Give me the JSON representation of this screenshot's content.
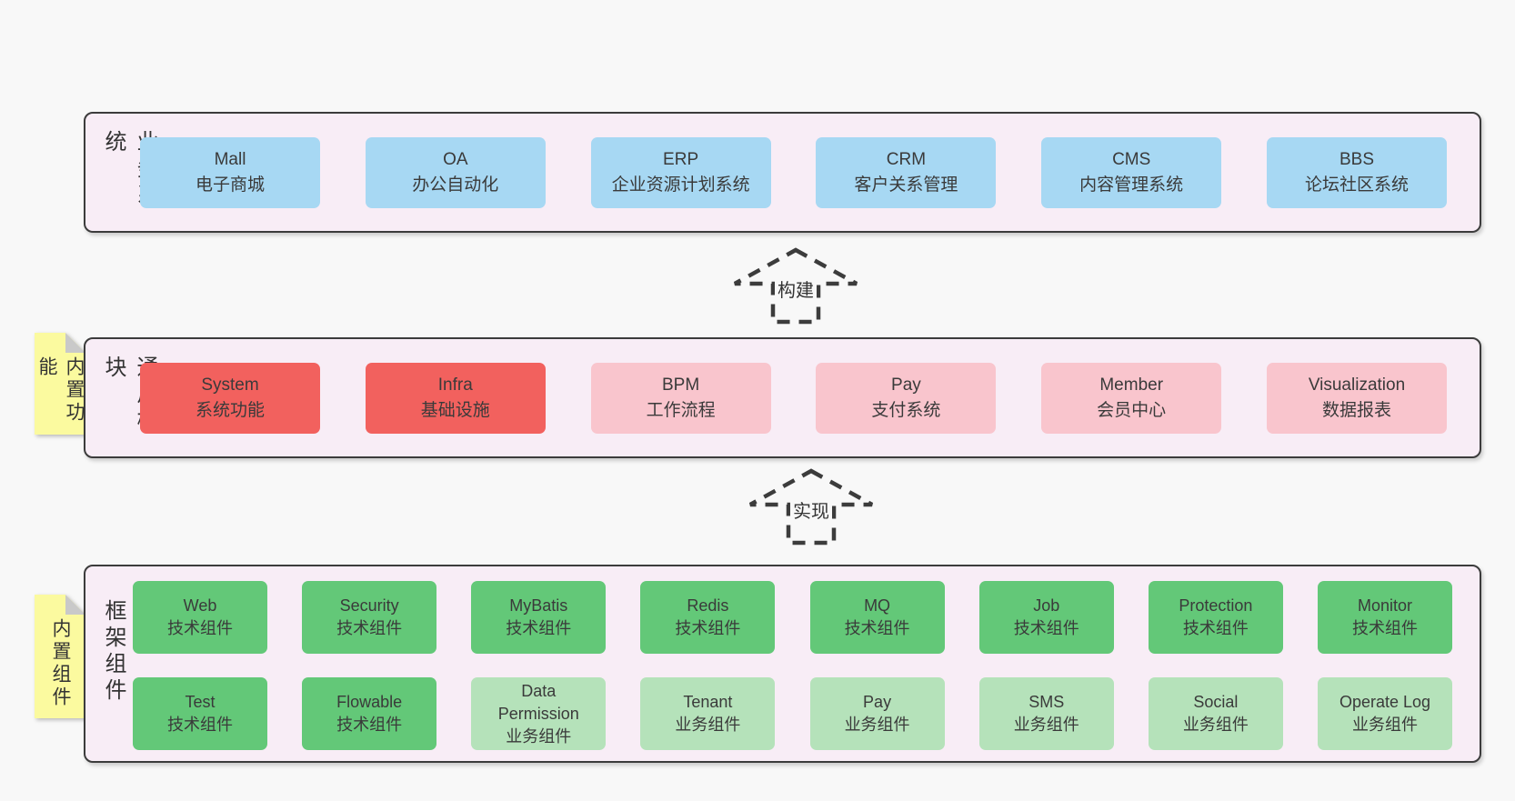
{
  "colors": {
    "page_bg": "#f8f8f8",
    "container_bg": "#f8edf6",
    "container_border": "#3c3c3c",
    "blue_box": "#a7d8f3",
    "red_box": "#f2615e",
    "pink_box": "#f9c5cd",
    "green_box": "#63c878",
    "green_light_box": "#b5e2ba",
    "note_yellow": "#fbfa9f"
  },
  "arrows": [
    {
      "label": "构建"
    },
    {
      "label": "实现"
    }
  ],
  "notes": [
    {
      "label": "内置功能"
    },
    {
      "label": "内置组件"
    }
  ],
  "sections": {
    "business": {
      "label": "业务系统",
      "boxes": [
        {
          "title": "Mall",
          "subtitle": "电子商城"
        },
        {
          "title": "OA",
          "subtitle": "办公自动化"
        },
        {
          "title": "ERP",
          "subtitle": "企业资源计划系统"
        },
        {
          "title": "CRM",
          "subtitle": "客户关系管理"
        },
        {
          "title": "CMS",
          "subtitle": "内容管理系统"
        },
        {
          "title": "BBS",
          "subtitle": "论坛社区系统"
        }
      ]
    },
    "modules": {
      "label": "通用模块",
      "boxes": [
        {
          "title": "System",
          "subtitle": "系统功能"
        },
        {
          "title": "Infra",
          "subtitle": "基础设施"
        },
        {
          "title": "BPM",
          "subtitle": "工作流程"
        },
        {
          "title": "Pay",
          "subtitle": "支付系统"
        },
        {
          "title": "Member",
          "subtitle": "会员中心"
        },
        {
          "title": "Visualization",
          "subtitle": "数据报表"
        }
      ]
    },
    "framework": {
      "label": "框架组件",
      "rows": [
        [
          {
            "title": "Web",
            "subtitle": "技术组件"
          },
          {
            "title": "Security",
            "subtitle": "技术组件"
          },
          {
            "title": "MyBatis",
            "subtitle": "技术组件"
          },
          {
            "title": "Redis",
            "subtitle": "技术组件"
          },
          {
            "title": "MQ",
            "subtitle": "技术组件"
          },
          {
            "title": "Job",
            "subtitle": "技术组件"
          },
          {
            "title": "Protection",
            "subtitle": "技术组件"
          },
          {
            "title": "Monitor",
            "subtitle": "技术组件"
          }
        ],
        [
          {
            "title": "Test",
            "subtitle": "技术组件"
          },
          {
            "title": "Flowable",
            "subtitle": "技术组件"
          },
          {
            "title": "Data Permission",
            "subtitle": "业务组件"
          },
          {
            "title": "Tenant",
            "subtitle": "业务组件"
          },
          {
            "title": "Pay",
            "subtitle": "业务组件"
          },
          {
            "title": "SMS",
            "subtitle": "业务组件"
          },
          {
            "title": "Social",
            "subtitle": "业务组件"
          },
          {
            "title": "Operate Log",
            "subtitle": "业务组件"
          }
        ]
      ]
    }
  }
}
